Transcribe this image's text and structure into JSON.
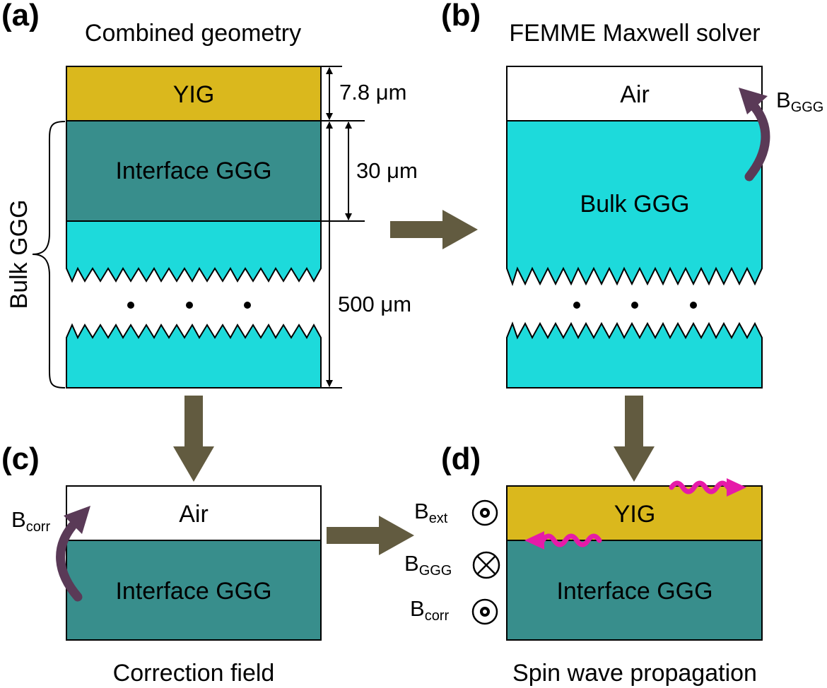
{
  "panels": {
    "a": {
      "label": "(a)",
      "title": "Combined geometry",
      "yig": "YIG",
      "interface": "Interface GGG",
      "bulk_brace": "Bulk GGG",
      "dim_yig": "7.8 μm",
      "dim_interface": "30 μm",
      "dim_bulk": "500 μm"
    },
    "b": {
      "label": "(b)",
      "title": "FEMME Maxwell solver",
      "air": "Air",
      "bulk": "Bulk GGG",
      "field_main": "B",
      "field_sub": "GGG"
    },
    "c": {
      "label": "(c)",
      "caption": "Correction field",
      "air": "Air",
      "interface": "Interface GGG",
      "field_main": "B",
      "field_sub": "corr"
    },
    "d": {
      "label": "(d)",
      "caption": "Spin wave propagation",
      "yig": "YIG",
      "interface": "Interface GGG",
      "legend": [
        {
          "main": "B",
          "sub": "ext",
          "symbol": "dot-in-circle"
        },
        {
          "main": "B",
          "sub": "GGG",
          "symbol": "cross-in-circle"
        },
        {
          "main": "B",
          "sub": "corr",
          "symbol": "dot-in-circle"
        }
      ]
    }
  },
  "colors": {
    "yig": "#dab81d",
    "interface_ggg": "#388e8c",
    "bulk_ggg": "#1ddadb",
    "flow_arrow": "#625b40",
    "field_arrow": "#5a3a57",
    "spin_wave": "#e61aa8"
  }
}
